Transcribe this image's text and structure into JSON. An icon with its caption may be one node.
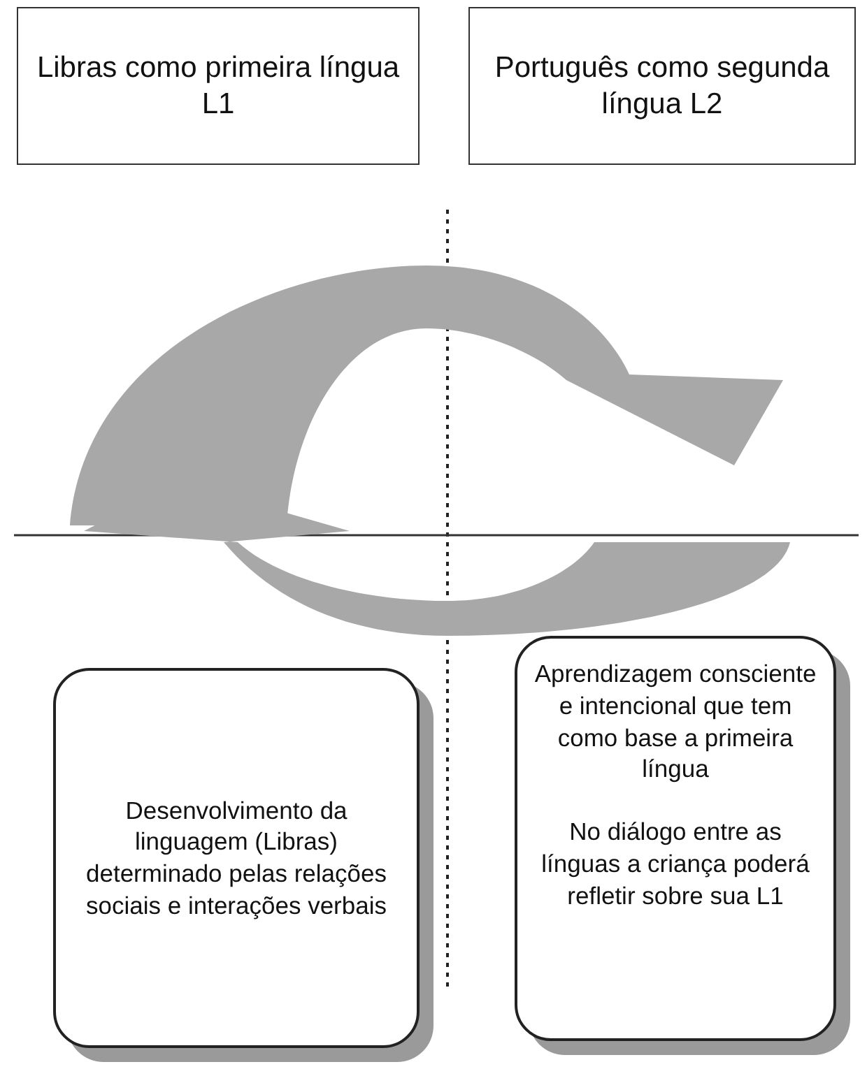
{
  "diagram": {
    "nodes": [
      {
        "text": [
          "Libras como primeira língua L1"
        ]
      },
      {
        "text": [
          "Português como segunda língua L2"
        ]
      },
      {
        "text": [
          "Desenvolvimento da linguagem (Libras) determinado pelas relações sociais e interações verbais"
        ]
      },
      {
        "text": [
          "Aprendizagem consciente e intencional que tem como base a primeira língua",
          "No diálogo entre as línguas a criança poderá refletir sobre sua L1"
        ]
      }
    ]
  }
}
